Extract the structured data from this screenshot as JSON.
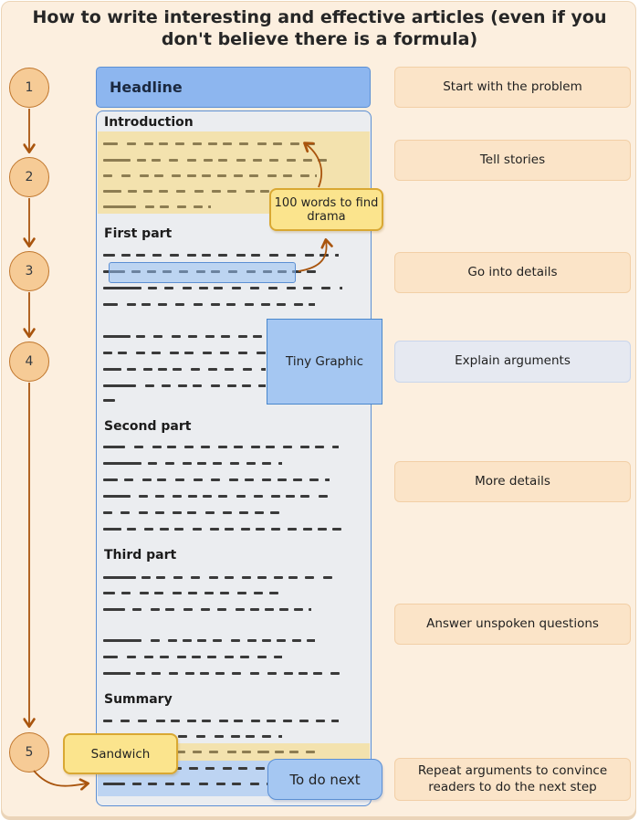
{
  "title": "How to write interesting and effective articles (even if you don't believe there is a formula)",
  "steps": [
    "1",
    "2",
    "3",
    "4",
    "5"
  ],
  "document": {
    "headline": "Headline",
    "section_headers": [
      "Introduction",
      "First part",
      "Second part",
      "Third part",
      "Summary"
    ]
  },
  "callouts": {
    "drama": "100 words to find drama",
    "tiny_graphic": "Tiny Graphic",
    "sandwich": "Sandwich",
    "to_do_next": "To do next"
  },
  "notes": [
    "Start with the problem",
    "Tell stories",
    "Go into details",
    "Explain arguments",
    "More details",
    "Answer unspoken questions",
    "Repeat arguments to convince readers to do the next step"
  ],
  "colors": {
    "page_bg": "#fcefdf",
    "arrow": "#a9550e",
    "circle_fill": "#f6cb96",
    "circle_border": "#c0762c",
    "note_peach": "#fbe4c8",
    "note_blue": "#e6e9f1",
    "doc_fill": "#ebedf0",
    "doc_border": "#5b8fd4",
    "headline_fill": "#8db6ef",
    "sticky_yellow": "#fbe48d",
    "sticky_blue": "#a5c7f2",
    "highlight_yellow_band": "#f3e2ae",
    "highlight_blue_band": "#bdd4f2"
  }
}
